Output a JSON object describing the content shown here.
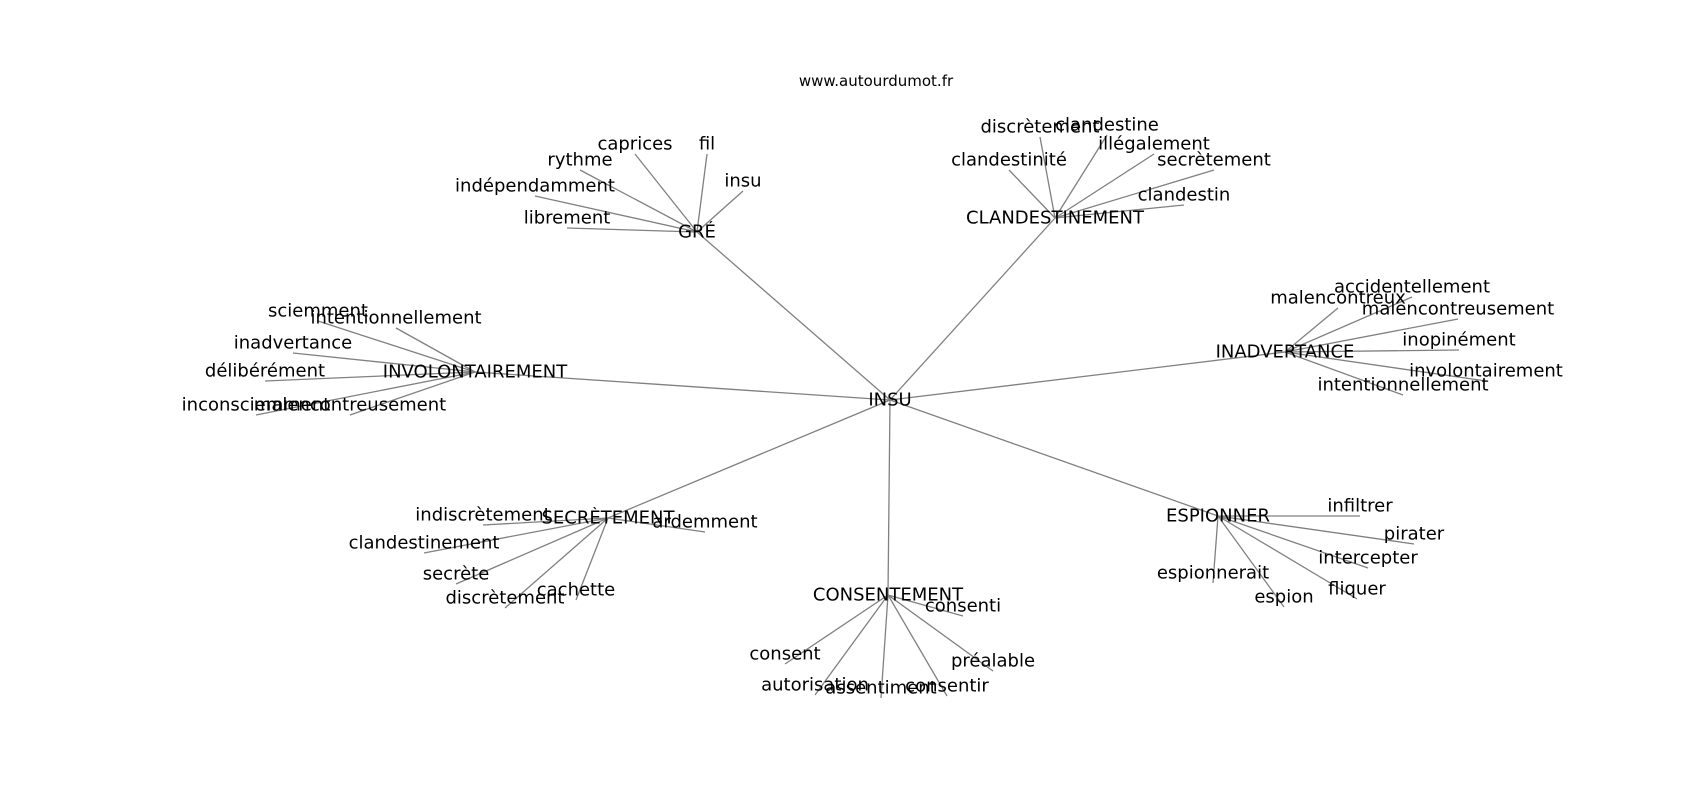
{
  "source": "www.autourdumot.fr",
  "graph": {
    "center": "INSU",
    "hubs": [
      {
        "label": "GRÉ",
        "leaves": [
          "caprices",
          "fil",
          "rythme",
          "insu",
          "indépendamment",
          "librement"
        ]
      },
      {
        "label": "CLANDESTINEMENT",
        "leaves": [
          "discrètement",
          "clandestine",
          "illégalement",
          "clandestinité",
          "secrètement",
          "clandestin"
        ]
      },
      {
        "label": "INVOLONTAIREMENT",
        "leaves": [
          "sciemment",
          "intentionnellement",
          "inadvertance",
          "délibérément",
          "inconsciemment",
          "malencontreusement"
        ]
      },
      {
        "label": "INADVERTANCE",
        "leaves": [
          "accidentellement",
          "malencontreux",
          "malencontreusement",
          "inopinément",
          "involontairement",
          "intentionnellement"
        ]
      },
      {
        "label": "SECRÈTEMENT",
        "leaves": [
          "indiscrètement",
          "ardemment",
          "clandestinement",
          "secrète",
          "cachette",
          "discrètement"
        ]
      },
      {
        "label": "ESPIONNER",
        "leaves": [
          "infiltrer",
          "pirater",
          "intercepter",
          "espionnerait",
          "fliquer",
          "espion"
        ]
      },
      {
        "label": "CONSENTEMENT",
        "leaves": [
          "consenti",
          "consent",
          "préalable",
          "autorisation",
          "assentiment",
          "consentir"
        ]
      }
    ]
  }
}
